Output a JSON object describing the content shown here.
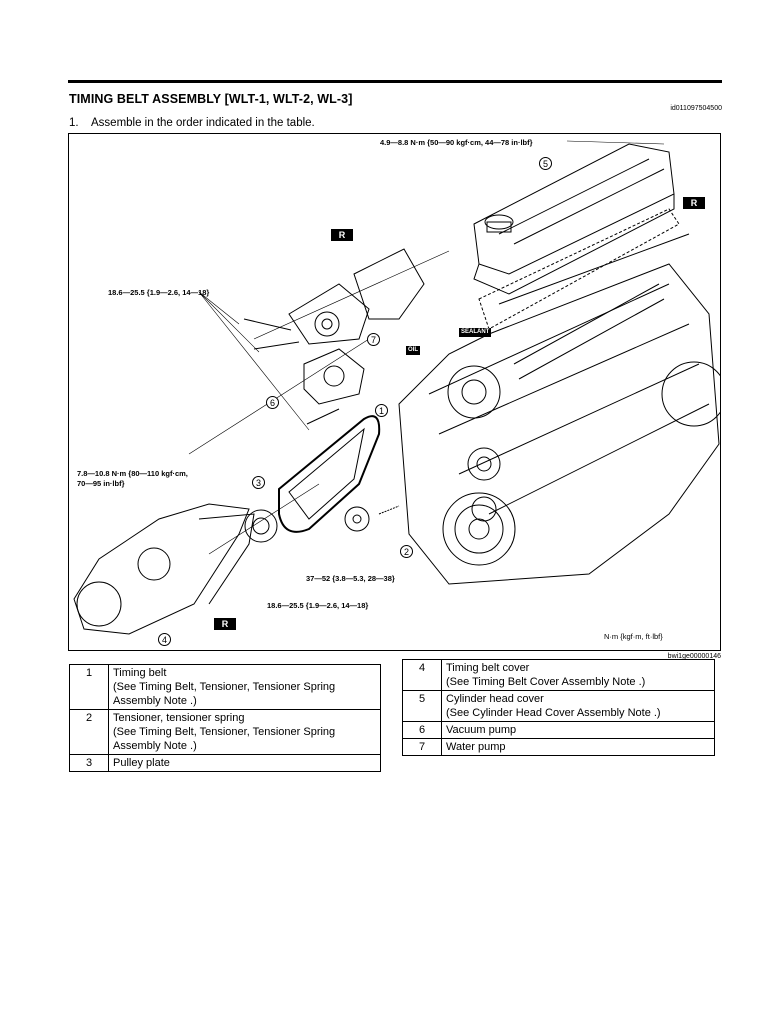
{
  "title": "TIMING BELT ASSEMBLY [WLT-1, WLT-2, WL-3]",
  "doc_id": "id011097504500",
  "step": {
    "number": "1.",
    "text": "Assemble in the order indicated in the table."
  },
  "figure": {
    "torque_cover_bolts": "4.9—8.8 N·m {50—90 kgf·cm, 44—78 in·lbf}",
    "torque_water_pump": "18.6—25.5 {1.9—2.6, 14—18}",
    "torque_belt_cover_line1": "7.8—10.8 N·m {80—110 kgf·cm,",
    "torque_belt_cover_line2": "70—95 in·lbf}",
    "torque_tensioner": "37—52 {3.8—5.3, 28—38}",
    "torque_pulley_plate": "18.6—25.5 {1.9—2.6, 14—18}",
    "units": "N·m {kgf·m, ft·lbf}",
    "r_mark": "R",
    "sealant_mark": "SEALANT",
    "oil_mark": "OIL",
    "callouts": [
      "1",
      "2",
      "3",
      "4",
      "5",
      "6",
      "7"
    ],
    "figure_id": "bwi1ge00000146"
  },
  "parts_left": [
    {
      "no": "1",
      "lines": [
        "Timing belt",
        "(See  Timing Belt, Tensioner, Tensioner Spring",
        "Assembly Note .)"
      ]
    },
    {
      "no": "2",
      "lines": [
        "Tensioner, tensioner spring",
        "(See  Timing Belt, Tensioner, Tensioner Spring",
        "Assembly Note .)"
      ]
    },
    {
      "no": "3",
      "lines": [
        "Pulley plate"
      ]
    }
  ],
  "parts_right": [
    {
      "no": "4",
      "lines": [
        "Timing belt cover",
        "(See  Timing Belt Cover Assembly Note .)"
      ]
    },
    {
      "no": "5",
      "lines": [
        "Cylinder head cover",
        "(See  Cylinder Head Cover Assembly Note .)"
      ]
    },
    {
      "no": "6",
      "lines": [
        "Vacuum pump"
      ]
    },
    {
      "no": "7",
      "lines": [
        "Water pump"
      ]
    }
  ]
}
